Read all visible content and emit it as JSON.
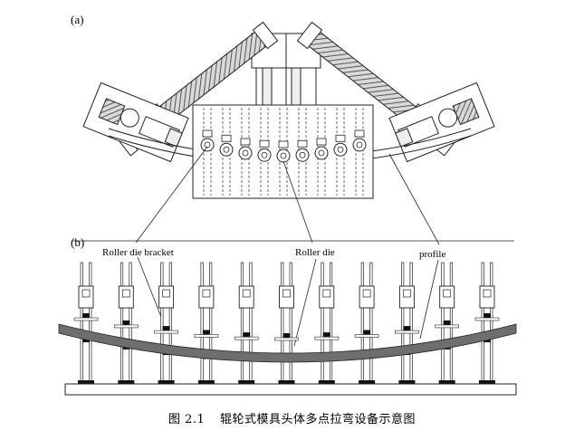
{
  "panels": {
    "a": {
      "label": "(a)"
    },
    "b": {
      "label": "(b)"
    }
  },
  "callouts": {
    "bracket": "Roller die bracket",
    "die": "Roller die",
    "profile": "profile"
  },
  "caption": {
    "number": "图 2.1",
    "text": "辊轮式模具头体多点拉弯设备示意图"
  },
  "diagram": {
    "top_rollers": 9,
    "bottom_units": 11
  },
  "colors": {
    "line": "#222222",
    "profile_fill": "#6e6e6e",
    "hatch": "#777777",
    "dark": "#111111"
  }
}
